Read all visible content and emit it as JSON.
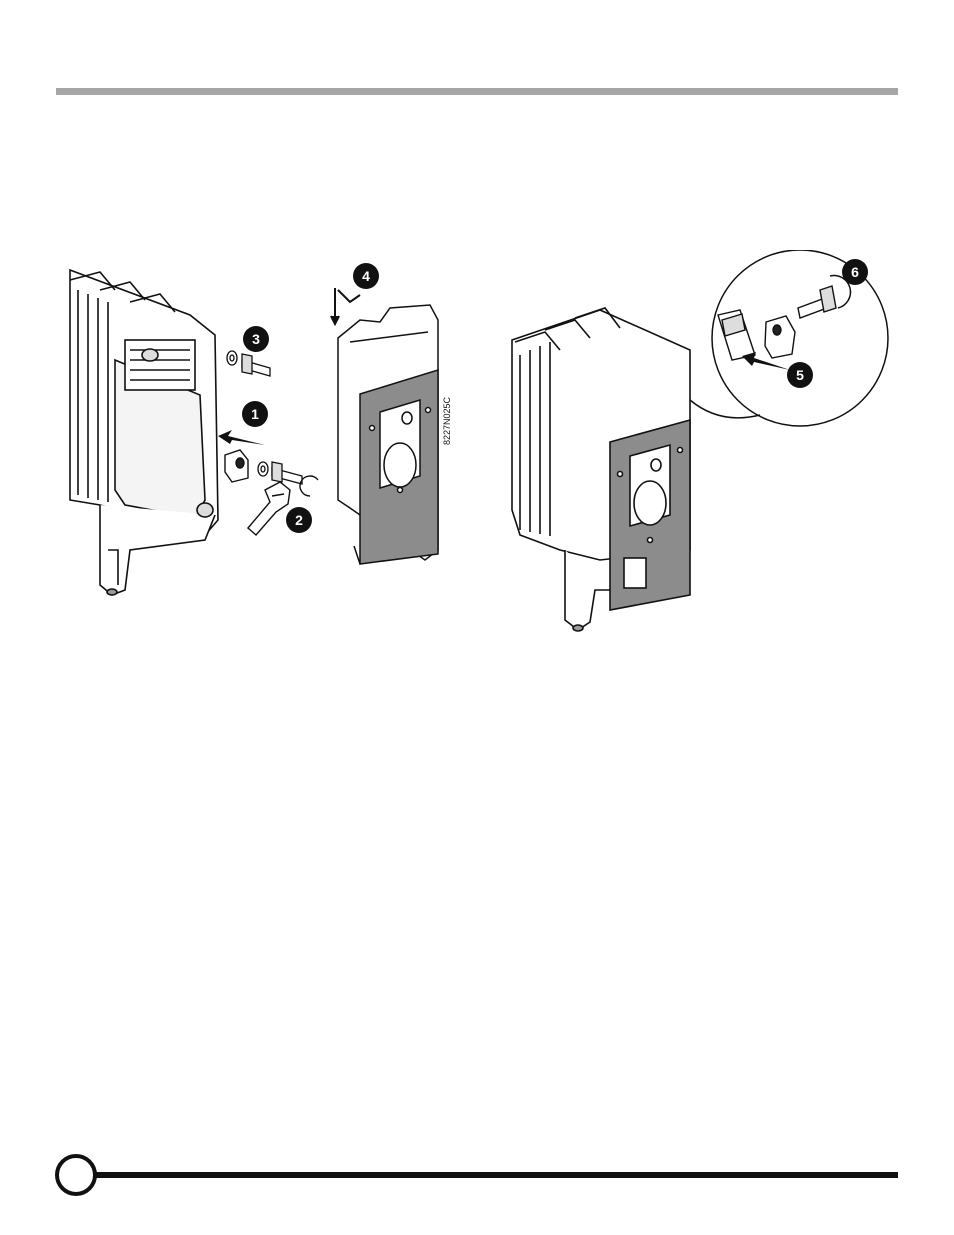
{
  "header": {
    "rule_color": "#a6a6a6"
  },
  "figure": {
    "code": "8227N025C",
    "callouts": [
      "1",
      "2",
      "3",
      "4",
      "5",
      "6"
    ],
    "icons": [
      "housing",
      "mounting-bracket",
      "wrench",
      "bolt",
      "washer",
      "clamp",
      "arrow",
      "rotation-arrow",
      "detail-magnifier"
    ]
  },
  "footer": {
    "rule_color": "#111111"
  }
}
